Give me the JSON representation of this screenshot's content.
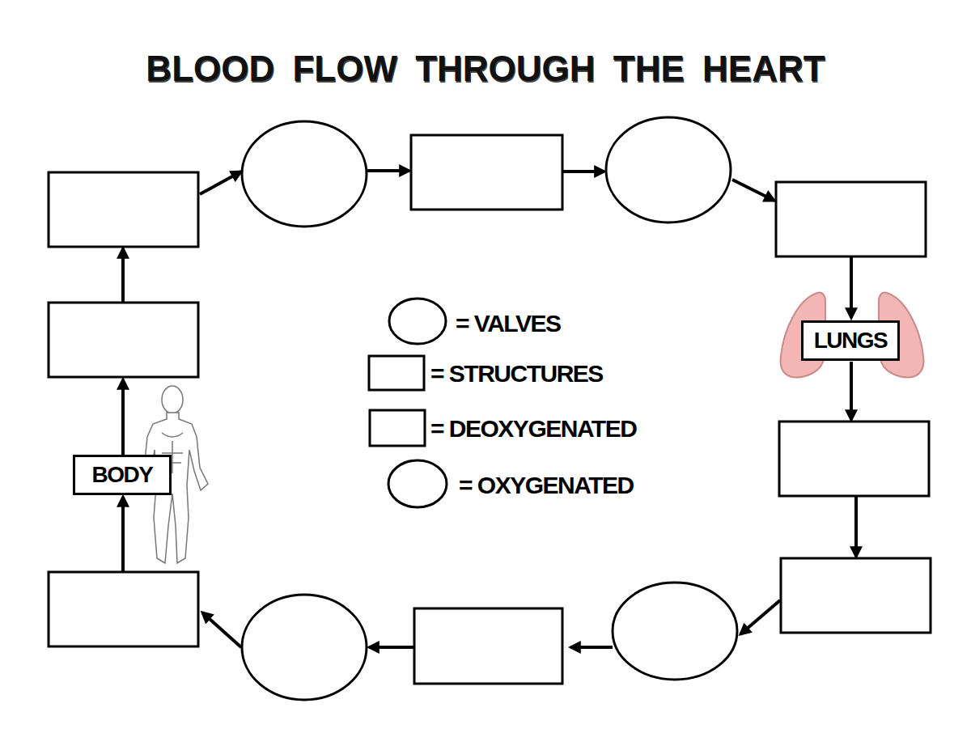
{
  "diagram": {
    "title": "BLOOD FLOW THROUGH THE HEART",
    "nodes": [
      {
        "text": [
          "LUNGS"
        ]
      },
      {
        "text": [
          "BODY"
        ]
      }
    ],
    "legend": [
      {
        "text": "= VALVES"
      },
      {
        "text": "= STRUCTURES"
      },
      {
        "text": "= DEOXYGENATED"
      },
      {
        "text": "= OXYGENATED"
      }
    ]
  }
}
